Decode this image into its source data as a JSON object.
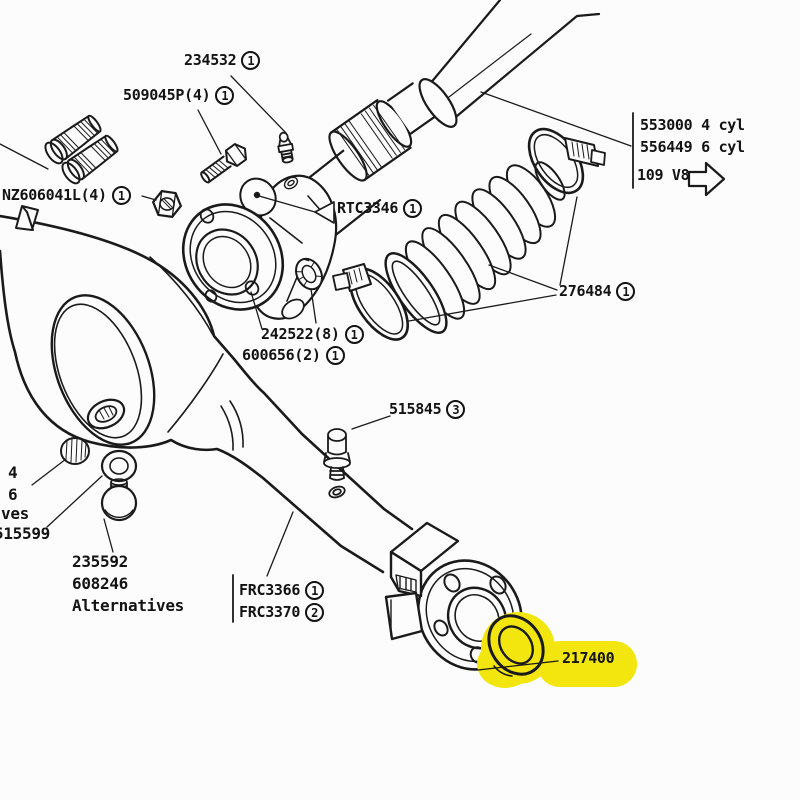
{
  "diagram": {
    "description": "Exploded parts diagram - rear axle casing with propeller shaft, universal joint, sliding joint gaiter and hub flange",
    "background_color": "#fcfcfc",
    "line_color": "#1a1a1a",
    "highlight_color": "#f2e60e",
    "highlighted_part_number": "217400"
  },
  "labels": {
    "l234532": {
      "text": "234532",
      "badge": "1"
    },
    "l509045p": {
      "text": "509045P(4)",
      "badge": "1"
    },
    "lnz606041l": {
      "text": "NZ606041L(4)",
      "badge": "1"
    },
    "lrtc3346": {
      "text": "RTC3346",
      "badge": "1"
    },
    "l553000": {
      "text": "553000 4 cyl"
    },
    "l556449": {
      "text": "556449 6 cyl"
    },
    "l109v8": {
      "text": "109 V8"
    },
    "l276484": {
      "text": "276484",
      "badge": "1"
    },
    "l242522": {
      "text": "242522(8)",
      "badge": "1"
    },
    "l600656": {
      "text": "600656(2)",
      "badge": "1"
    },
    "l515845": {
      "text": "515845",
      "badge": "3"
    },
    "l4": {
      "text": "4"
    },
    "l6": {
      "text": "6"
    },
    "lves": {
      "text": "ves"
    },
    "l515599": {
      "text": "515599"
    },
    "l235592": {
      "text": "235592"
    },
    "l608246": {
      "text": "608246"
    },
    "lalternatives": {
      "text": "Alternatives"
    },
    "lfrc3366": {
      "text": "FRC3366",
      "badge": "1"
    },
    "lfrc3370": {
      "text": "FRC3370",
      "badge": "2"
    },
    "l217400": {
      "text": "217400"
    }
  }
}
